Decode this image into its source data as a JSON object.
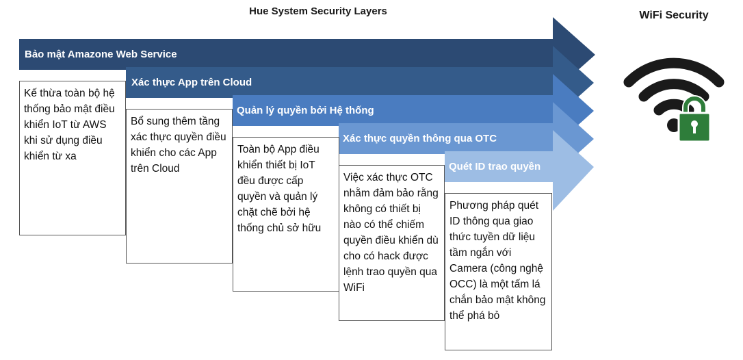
{
  "header": {
    "title": "Hue System Security Layers"
  },
  "wifi": {
    "title": "WiFi Security",
    "icon": "wifi-lock-icon",
    "icon_color": "#1a1a1a",
    "lock_color": "#2e7d3a"
  },
  "layers": [
    {
      "label": "Bảo mật Amazone Web Service",
      "color": "#2c4a73",
      "description": "Kế thừa toàn bộ hệ thống bảo mật điều khiển IoT từ AWS khi sử dụng điều khiển từ xa"
    },
    {
      "label": "Xác thực App trên Cloud",
      "color": "#345b8a",
      "description": "Bổ sung thêm tầng xác thực quyền điều khiển cho các App trên Cloud"
    },
    {
      "label": "Quản lý quyền bởi Hệ thống",
      "color": "#4a7cc0",
      "description": "Toàn bộ App điều khiển thiết bị IoT đều được cấp quyền và quản lý chặt chẽ bởi hệ thống chủ sở hữu"
    },
    {
      "label": "Xác thực quyền thông qua OTC",
      "color": "#6a97d2",
      "description": "Việc xác thực OTC nhằm đảm bảo rằng không có thiết bị nào có thể chiếm quyền điều khiển dù cho có hack được lệnh trao quyền qua WiFi"
    },
    {
      "label": "Quét ID trao quyền",
      "color": "#9dbde4",
      "description": "Phương pháp quét ID thông qua giao thức tuyền dữ liệu tầm ngắn với Camera (công nghệ OCC) là một tấm lá chắn bảo mật không thể phá bỏ"
    }
  ]
}
